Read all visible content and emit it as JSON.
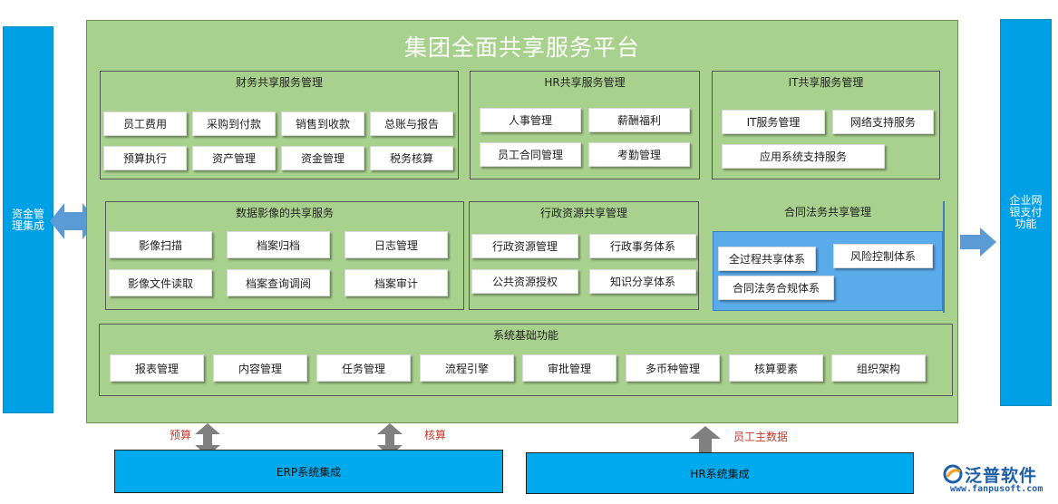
{
  "platform_title": "集团全面共享服务平台",
  "left_bar_label": "资金管理集成",
  "right_bar_label": "企业网银支付功能",
  "panels": {
    "finance": {
      "title": "财务共享服务管理",
      "items": [
        "员工费用",
        "采购到付款",
        "销售到收款",
        "总账与报告",
        "预算执行",
        "资产管理",
        "资金管理",
        "税务核算"
      ]
    },
    "hr": {
      "title": "HR共享服务管理",
      "items": [
        "人事管理",
        "薪酬福利",
        "员工合同管理",
        "考勤管理"
      ]
    },
    "it": {
      "title": "IT共享服务管理",
      "items": [
        "IT服务管理",
        "网络支持服务",
        "应用系统支持服务"
      ]
    },
    "image": {
      "title": "数据影像的共享服务",
      "items": [
        "影像扫描",
        "档案归档",
        "日志管理",
        "影像文件读取",
        "档案查询调阅",
        "档案审计"
      ]
    },
    "admin": {
      "title": "行政资源共享管理",
      "items": [
        "行政资源管理",
        "行政事务体系",
        "公共资源授权",
        "知识分享体系"
      ]
    },
    "legal": {
      "title": "合同法务共享管理",
      "items": [
        "全过程共享体系",
        "风险控制体系",
        "合同法务合规体系"
      ]
    },
    "basic": {
      "title": "系统基础功能",
      "items": [
        "报表管理",
        "内容管理",
        "任务管理",
        "流程引擎",
        "审批管理",
        "多币种管理",
        "核算要素",
        "组织架构"
      ]
    }
  },
  "bottom": {
    "erp_label": "ERP系统集成",
    "hr_label": "HR系统集成",
    "budget_label": "预算",
    "accounting_label": "核算",
    "hr_data_label": "员工主数据"
  },
  "logo": {
    "brand": "泛普软件",
    "url": "www.fanpusoft.com"
  },
  "colors": {
    "platform": "#a9d18e",
    "bar": "#00a0e6",
    "arrow": "#5b9bd5",
    "legal_panel": "#5aabea",
    "label_red": "#c0392b"
  }
}
